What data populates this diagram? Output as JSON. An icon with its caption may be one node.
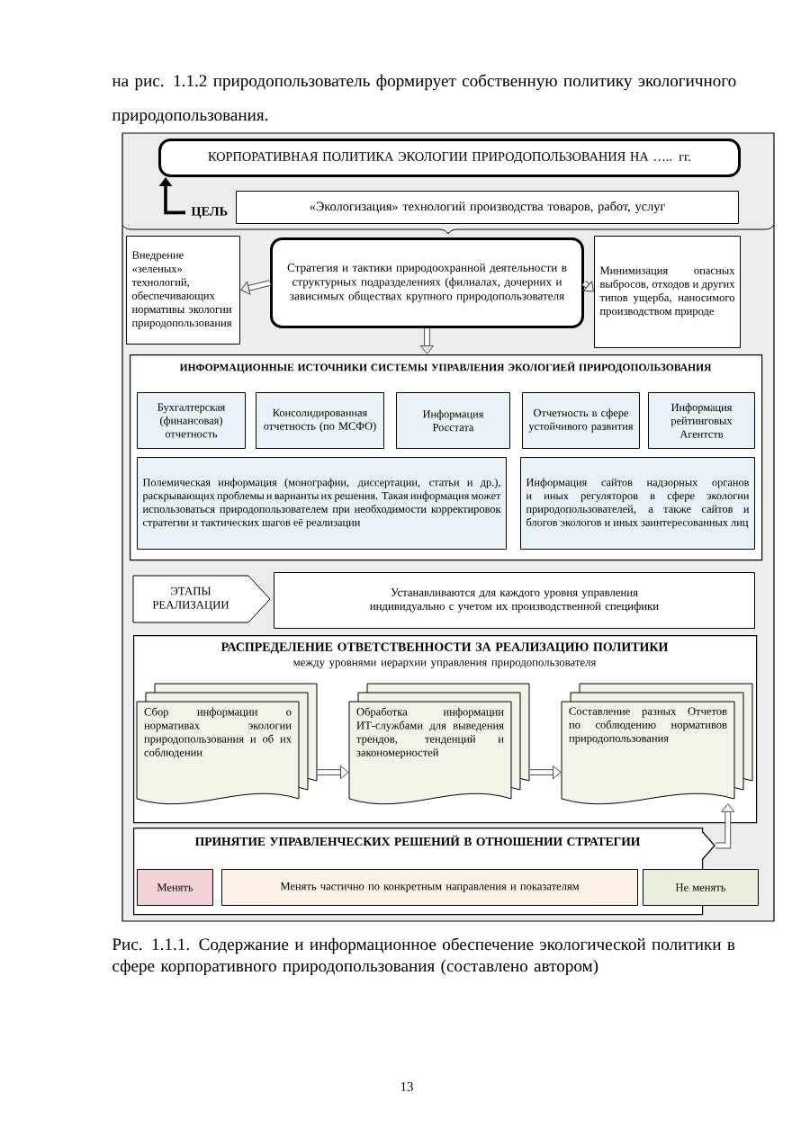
{
  "diagram": {
    "caption": "Рис. 1.1.1. Содержание и информационное обеспечение экологической политики в сфере корпоративного природопользования (составлено автором)",
    "nodes": [
      {
        "text": [
          "КОРПОРАТИВНАЯ ПОЛИТИКА ЭКОЛОГИИ ПРИРОДОПОЛЬЗОВАНИЯ НА ….. гг."
        ]
      },
      {
        "text": [
          "ЦЕЛЬ"
        ]
      },
      {
        "text": [
          "«Экологизация» технологий производства товаров, работ, услуг"
        ]
      },
      {
        "text": [
          "Внедрение «зеленых» технологий, обеспечивающих нормативы экологии природопользования"
        ]
      },
      {
        "text": [
          "Стратегия и тактики природоохранной деятельности в структурных подразделениях (филиалах, дочерних и зависимых обществах крупного природопользователя"
        ]
      },
      {
        "text": [
          "Минимизация опасных выбросов, отходов и других типов ущерба, наносимого производством природе"
        ]
      },
      {
        "text": [
          "ИНФОРМАЦИОННЫЕ ИСТОЧНИКИ СИСТЕМЫ УПРАВЛЕНИЯ ЭКОЛОГИЕЙ ПРИРОДОПОЛЬЗОВАНИЯ"
        ]
      },
      {
        "text": [
          "Бухгалтерская (финансовая) отчетность"
        ],
        "in": 6
      },
      {
        "text": [
          "Консолидированная отчетность (по МСФО)"
        ],
        "in": 6
      },
      {
        "text": [
          "Информация Росстата"
        ],
        "in": 6
      },
      {
        "text": [
          "Отчетность в сфере устойчивого развития"
        ],
        "in": 6
      },
      {
        "text": [
          "Информация рейтинговых Агентств"
        ],
        "in": 6
      },
      {
        "text": [
          "Полемическая информация (монографии, диссертации, статьи и др.), раскрывающих проблемы и варианты их решения. Такая информация может использоваться природопользователем при необходимости корректировок стратегии и тактических шагов её реализации"
        ],
        "in": 6
      },
      {
        "text": [
          "Информация сайтов надзорных органов и иных регуляторов в сфере экологии природопользователей, а также сайтов и блогов экологов и иных заинтересованных лиц"
        ],
        "in": 6
      },
      {
        "text": [
          "ЭТАПЫ РЕАЛИЗАЦИИ"
        ]
      },
      {
        "text": [
          "Устанавливаются для каждого уровня управления индивидуально с учетом их производственной специфики"
        ]
      },
      {
        "text": [
          "РАСПРЕДЕЛЕНИЕ ОТВЕТСТВЕННОСТИ ЗА РЕАЛИЗАЦИЮ ПОЛИТИКИ",
          "между уровнями иерархии управления природопользователя"
        ]
      },
      {
        "text": [
          "Сбор информации о нормативах экологии природопользования и об их соблюдении"
        ],
        "in": 16
      },
      {
        "text": [
          "Обработка информации ИТ-службами для выведения трендов, тенденций и закономерностей"
        ],
        "in": 16
      },
      {
        "text": [
          "Составление разных Отчетов по соблюдению нормативов природопользования"
        ],
        "in": 16
      },
      {
        "text": [
          "ПРИНЯТИЕ УПРАВЛЕНЧЕСКИХ РЕШЕНИЙ В ОТНОШЕНИИ СТРАТЕГИИ"
        ]
      },
      {
        "text": [
          "Менять"
        ],
        "in": 20
      },
      {
        "text": [
          "Менять частично по конкретным направления и показателям"
        ],
        "in": 20
      },
      {
        "text": [
          "Не менять"
        ]
      }
    ],
    "edges": [
      {
        "from": 1,
        "to": 0,
        "arrow": "to"
      },
      {
        "from": 4,
        "to": 3,
        "arrow": "to"
      },
      {
        "from": 4,
        "to": 5,
        "arrow": "to"
      },
      {
        "from": 4,
        "to": 6,
        "arrow": "to"
      },
      {
        "from": 17,
        "to": 18,
        "arrow": "to"
      },
      {
        "from": 18,
        "to": 19,
        "arrow": "to"
      },
      {
        "from": 20,
        "to": 19,
        "arrow": "to"
      }
    ],
    "labels": [
      "на рис. 1.1.2 природопользователь формирует собственную политику экологичного природопользования.",
      "13"
    ]
  }
}
